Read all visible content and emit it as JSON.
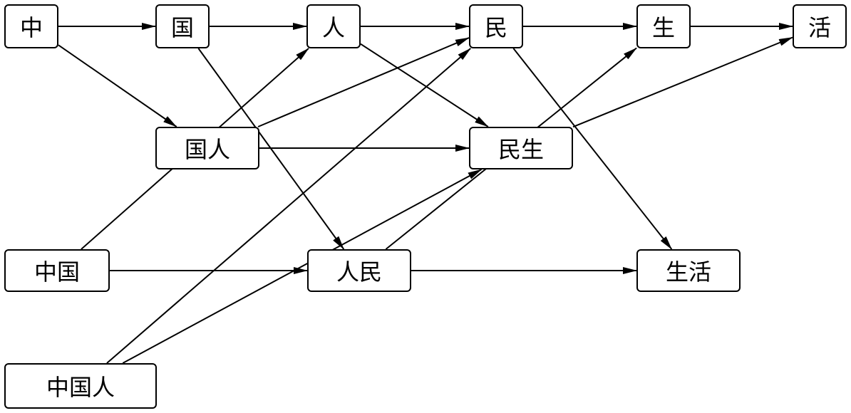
{
  "nodes": [
    {
      "id": "zhong",
      "label": "中"
    },
    {
      "id": "guo",
      "label": "国"
    },
    {
      "id": "ren",
      "label": "人"
    },
    {
      "id": "min",
      "label": "民"
    },
    {
      "id": "sheng",
      "label": "生"
    },
    {
      "id": "huo",
      "label": "活"
    },
    {
      "id": "guoren",
      "label": "国人"
    },
    {
      "id": "minsheng",
      "label": "民生"
    },
    {
      "id": "zhongguo",
      "label": "中国"
    },
    {
      "id": "renmin",
      "label": "人民"
    },
    {
      "id": "shenghuo",
      "label": "生活"
    },
    {
      "id": "zhongguoren",
      "label": "中国人"
    }
  ],
  "edges": [
    {
      "from": "zhong",
      "to": "guo"
    },
    {
      "from": "zhong",
      "to": "guoren"
    },
    {
      "from": "guo",
      "to": "ren"
    },
    {
      "from": "guo",
      "to": "renmin"
    },
    {
      "from": "ren",
      "to": "min"
    },
    {
      "from": "ren",
      "to": "minsheng"
    },
    {
      "from": "min",
      "to": "sheng"
    },
    {
      "from": "min",
      "to": "shenghuo"
    },
    {
      "from": "sheng",
      "to": "huo"
    },
    {
      "from": "guoren",
      "to": "min"
    },
    {
      "from": "guoren",
      "to": "minsheng"
    },
    {
      "from": "minsheng",
      "to": "huo"
    },
    {
      "from": "zhongguo",
      "to": "ren"
    },
    {
      "from": "zhongguo",
      "to": "renmin"
    },
    {
      "from": "renmin",
      "to": "sheng"
    },
    {
      "from": "renmin",
      "to": "shenghuo"
    },
    {
      "from": "zhongguoren",
      "to": "min"
    },
    {
      "from": "zhongguoren",
      "to": "minsheng"
    }
  ],
  "colors": {
    "stroke": "#000000",
    "fill": "#ffffff"
  }
}
